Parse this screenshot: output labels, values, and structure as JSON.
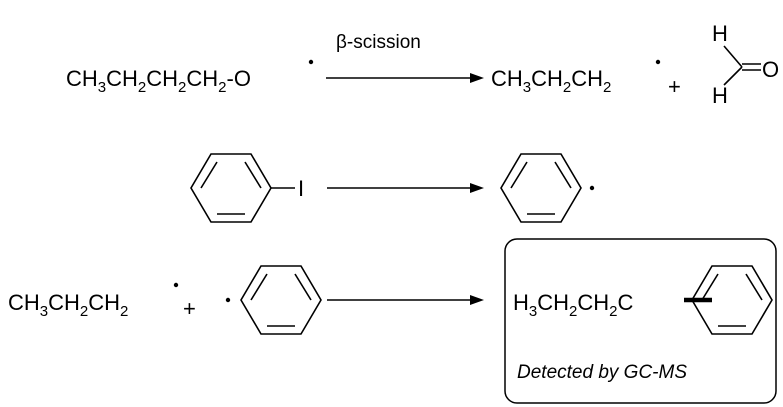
{
  "reaction1": {
    "reactant": "CH3CH2CH2CH2-O",
    "reactant_parts": [
      "CH",
      "3",
      "CH",
      "2",
      "CH",
      "2",
      "CH",
      "2",
      "-O"
    ],
    "arrow_label": "β-scission",
    "product1_parts": [
      "CH",
      "3",
      "CH",
      "2",
      "CH",
      "2"
    ],
    "plus": "+",
    "formaldehyde": {
      "h_top": "H",
      "h_bottom": "H",
      "o": "O"
    }
  },
  "reaction2": {
    "reactant_atom": "I",
    "radical_dot": "·"
  },
  "reaction3": {
    "reactant1_parts": [
      "CH",
      "3",
      "CH",
      "2",
      "CH",
      "2"
    ],
    "plus": "+",
    "radical_dot": "·",
    "product_parts": [
      "H",
      "3",
      "CH",
      "2",
      "CH",
      "2",
      "C"
    ],
    "caption": "Detected by GC-MS"
  },
  "colors": {
    "ink": "#000000",
    "background": "#ffffff"
  }
}
